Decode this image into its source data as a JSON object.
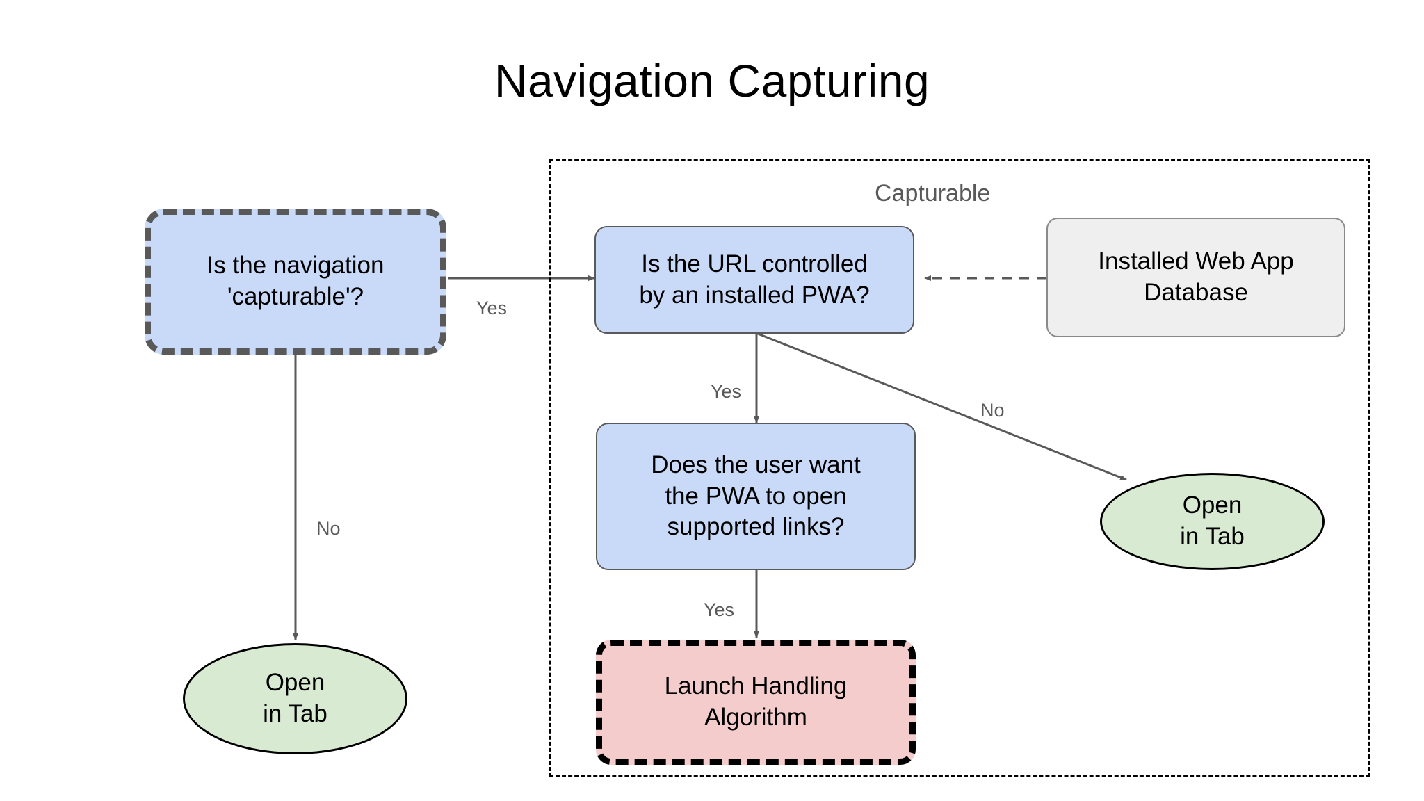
{
  "page": {
    "title": "Navigation Capturing",
    "background_color": "#ffffff"
  },
  "group": {
    "label": "Capturable",
    "border_style": "dashed",
    "border_color": "#000000"
  },
  "colors": {
    "decision_fill": "#c9daf8",
    "decision_stroke": "#595959",
    "store_fill": "#efefef",
    "store_stroke": "#8a8a8a",
    "terminal_fill": "#d9ead3",
    "terminal_stroke": "#000000",
    "process_fill": "#f4cccc",
    "process_stroke": "#000000",
    "edge_stroke": "#595959",
    "label_color": "#595959"
  },
  "chart_data": {
    "type": "flowchart",
    "title": "Navigation Capturing",
    "nodes": [
      {
        "id": "is-capturable",
        "label": "Is the navigation\n'capturable'?",
        "lines": [
          "Is the navigation",
          "'capturable'?"
        ],
        "shape": "rounded-rect",
        "style": "dashed",
        "fill": "#c9daf8",
        "stroke": "#595959",
        "in_group": false
      },
      {
        "id": "url-controlled",
        "label": "Is the URL controlled\nby an installed PWA?",
        "lines": [
          "Is the URL controlled",
          "by an installed PWA?"
        ],
        "shape": "rounded-rect",
        "style": "solid",
        "fill": "#c9daf8",
        "stroke": "#595959",
        "in_group": true
      },
      {
        "id": "installed-web-app-database",
        "label": "Installed Web App\nDatabase",
        "lines": [
          "Installed Web App",
          "Database"
        ],
        "shape": "rounded-rect",
        "style": "solid",
        "fill": "#efefef",
        "stroke": "#8a8a8a",
        "in_group": true
      },
      {
        "id": "user-wants-pwa",
        "label": "Does the user want\nthe PWA to open\nsupported links?",
        "lines": [
          "Does the user want",
          "the PWA to open",
          "supported links?"
        ],
        "shape": "rounded-rect",
        "style": "solid",
        "fill": "#c9daf8",
        "stroke": "#595959",
        "in_group": true
      },
      {
        "id": "launch-handling-algorithm",
        "label": "Launch Handling\nAlgorithm",
        "lines": [
          "Launch Handling",
          "Algorithm"
        ],
        "shape": "rounded-rect",
        "style": "dashed",
        "fill": "#f4cccc",
        "stroke": "#000000",
        "in_group": true
      },
      {
        "id": "open-in-tab-left",
        "label": "Open\nin Tab",
        "lines": [
          "Open",
          "in Tab"
        ],
        "shape": "ellipse",
        "style": "solid",
        "fill": "#d9ead3",
        "stroke": "#000000",
        "in_group": false
      },
      {
        "id": "open-in-tab-right",
        "label": "Open\nin Tab",
        "lines": [
          "Open",
          "in Tab"
        ],
        "shape": "ellipse",
        "style": "solid",
        "fill": "#d9ead3",
        "stroke": "#000000",
        "in_group": true
      }
    ],
    "edges": [
      {
        "from": "is-capturable",
        "to": "url-controlled",
        "label": "Yes",
        "style": "solid"
      },
      {
        "from": "is-capturable",
        "to": "open-in-tab-left",
        "label": "No",
        "style": "solid"
      },
      {
        "from": "installed-web-app-database",
        "to": "url-controlled",
        "label": "",
        "style": "dashed"
      },
      {
        "from": "url-controlled",
        "to": "user-wants-pwa",
        "label": "Yes",
        "style": "solid"
      },
      {
        "from": "url-controlled",
        "to": "open-in-tab-right",
        "label": "No",
        "style": "solid"
      },
      {
        "from": "user-wants-pwa",
        "to": "launch-handling-algorithm",
        "label": "Yes",
        "style": "solid"
      }
    ],
    "groups": [
      {
        "id": "capturable",
        "label": "Capturable",
        "contains": [
          "url-controlled",
          "installed-web-app-database",
          "user-wants-pwa",
          "launch-handling-algorithm",
          "open-in-tab-right"
        ]
      }
    ]
  },
  "edge_labels": {
    "yes_capturable": "Yes",
    "no_capturable": "No",
    "yes_url": "Yes",
    "no_url": "No",
    "yes_user": "Yes"
  }
}
